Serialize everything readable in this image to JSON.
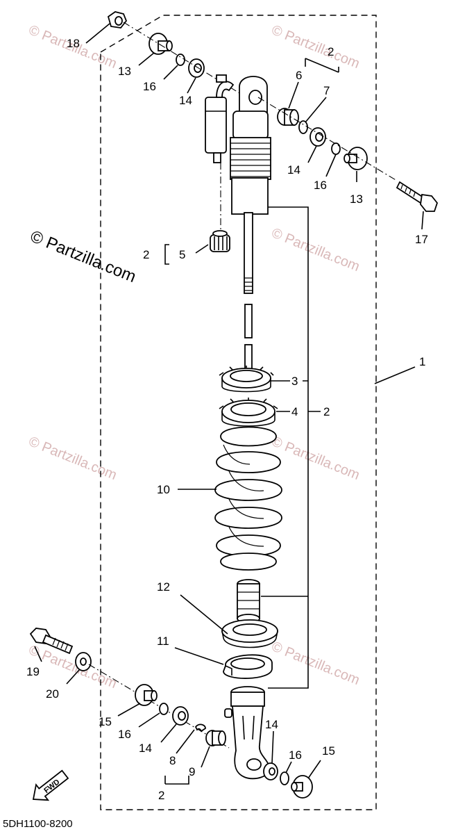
{
  "diagram_code": "5DH1100-8200",
  "fwd_label": "FWD",
  "watermark": "© Partzilla.com",
  "callouts": {
    "c1": "1",
    "c2a": "2",
    "c2b": "2",
    "c2c": "2",
    "c2d": "2",
    "c3": "3",
    "c4": "4",
    "c5": "5",
    "c6": "6",
    "c7": "7",
    "c8": "8",
    "c9": "9",
    "c10": "10",
    "c11": "11",
    "c12": "12",
    "c13a": "13",
    "c13b": "13",
    "c14a": "14",
    "c14b": "14",
    "c14c": "14",
    "c14d": "14",
    "c15a": "15",
    "c15b": "15",
    "c16a": "16",
    "c16b": "16",
    "c16c": "16",
    "c16d": "16",
    "c17": "17",
    "c18": "18",
    "c19": "19",
    "c20": "20"
  }
}
